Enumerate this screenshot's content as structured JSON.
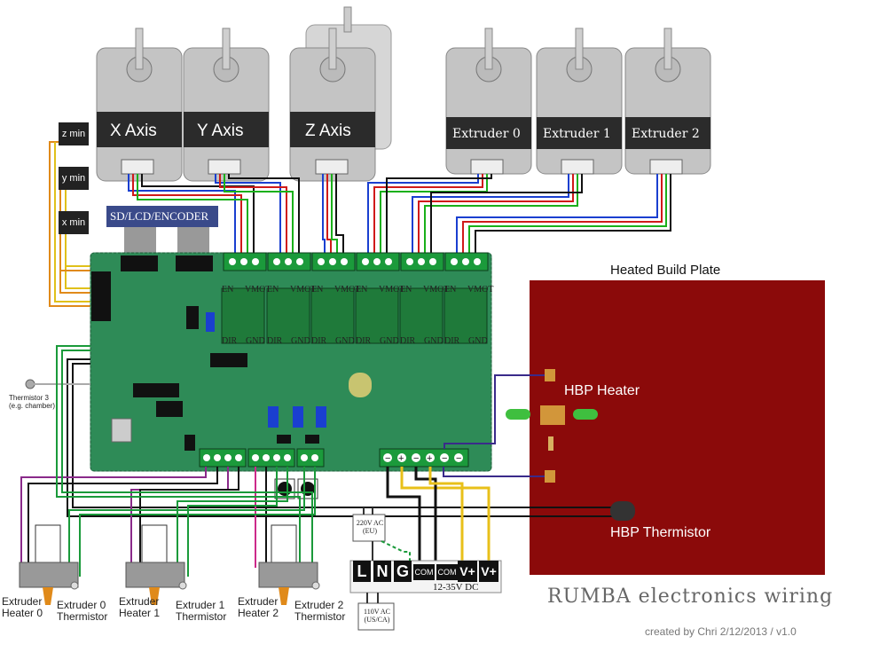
{
  "motors": {
    "x": "X Axis",
    "y": "Y Axis",
    "z": "Z Axis",
    "e0": "Extruder 0",
    "e1": "Extruder 1",
    "e2": "Extruder 2"
  },
  "endstops": {
    "z": "z min",
    "y": "y min",
    "x": "x min"
  },
  "lcd_label": "SD/LCD/ENCODER",
  "driver": {
    "en": "EN",
    "vmot": "VMOT",
    "dir": "DIR",
    "gnd": "GND"
  },
  "hbp": {
    "title": "Heated Build Plate",
    "heater": "HBP Heater",
    "thermistor": "HBP Thermistor"
  },
  "thermistor3": {
    "line1": "Thermistor 3",
    "line2": "(e.g. chamber)"
  },
  "extruders": [
    {
      "heater_1": "Extruder",
      "heater_2": "Heater 0",
      "therm_1": "Extruder 0",
      "therm_2": "Thermistor"
    },
    {
      "heater_1": "Extruder",
      "heater_2": "Heater 1",
      "therm_1": "Extruder 1",
      "therm_2": "Thermistor"
    },
    {
      "heater_1": "Extruder",
      "heater_2": "Heater 2",
      "therm_1": "Extruder 2",
      "therm_2": "Thermistor"
    }
  ],
  "power": {
    "v220_1": "220V AC",
    "v220_2": "(EU)",
    "v110_1": "110V AC",
    "v110_2": "(US/CA)",
    "l": "L",
    "n": "N",
    "g": "G",
    "com1": "COM",
    "com2": "COM",
    "vp1": "V+",
    "vp2": "V+",
    "dc": "12-35V DC"
  },
  "title": "RUMBA electronics wiring",
  "credit": "created by Chri 2/12/2013 / v1.0",
  "colors": {
    "pcb": "#2e8b57",
    "hbp": "#8b0a0a",
    "motor": "#bcbcbc",
    "motor_dark": "#2b2b2b",
    "lcd": "#3a4a8a"
  }
}
